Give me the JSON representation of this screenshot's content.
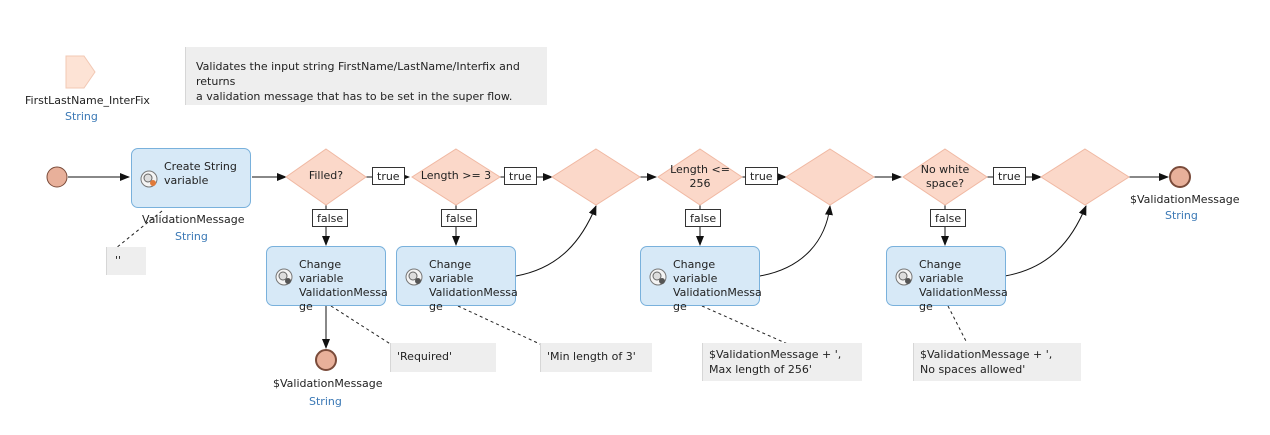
{
  "parameter": {
    "name": "FirstLastName_InterFix",
    "type": "String",
    "icon": "parameter-tag-icon"
  },
  "description_note": "Validates the input string FirstName/LastName/Interfix and returns\na validation message that has to be set in the super flow.",
  "start_event": {
    "icon": "start-event-icon"
  },
  "create_variable": {
    "label": "Create String\nvariable",
    "output_name": "ValidationMessage",
    "output_type": "String",
    "value_note": "''",
    "icon": "create-variable-icon"
  },
  "decisions": {
    "filled": {
      "label": "Filled?",
      "true_label": "true",
      "false_label": "false"
    },
    "length_min": {
      "label": "Length >= 3",
      "true_label": "true",
      "false_label": "false"
    },
    "length_max": {
      "label": "Length <=\n256",
      "true_label": "true",
      "false_label": "false"
    },
    "white_space": {
      "label": "No white\nspace?",
      "true_label": "true",
      "false_label": "false"
    }
  },
  "change_actions": {
    "required": {
      "label": "Change variable\nValidationMessa\nge",
      "note": "'Required'",
      "icon": "change-variable-icon"
    },
    "min_length": {
      "label": "Change variable\nValidationMessa\nge",
      "note": "'Min length of 3'",
      "icon": "change-variable-icon"
    },
    "max_length": {
      "label": "Change variable\nValidationMessa\nge",
      "note": "$ValidationMessage + ',\nMax length of 256'",
      "icon": "change-variable-icon"
    },
    "no_spaces": {
      "label": "Change variable\nValidationMessa\nge",
      "note": "$ValidationMessage + ',\nNo spaces allowed'",
      "icon": "change-variable-icon"
    }
  },
  "end_events": {
    "required_end": {
      "value": "$ValidationMessage",
      "type": "String",
      "icon": "end-event-icon"
    },
    "final_end": {
      "value": "$ValidationMessage",
      "type": "String",
      "icon": "end-event-icon"
    }
  },
  "colors": {
    "event_fill": "#e8b09a",
    "event_stroke": "#7a4b3a",
    "decision_fill": "#fbd8c9",
    "decision_stroke": "#f0b8a2",
    "activity_fill": "#d7e9f7",
    "activity_stroke": "#79b1dc",
    "note_fill": "#eeeeee",
    "type_text": "#3a78b5"
  }
}
